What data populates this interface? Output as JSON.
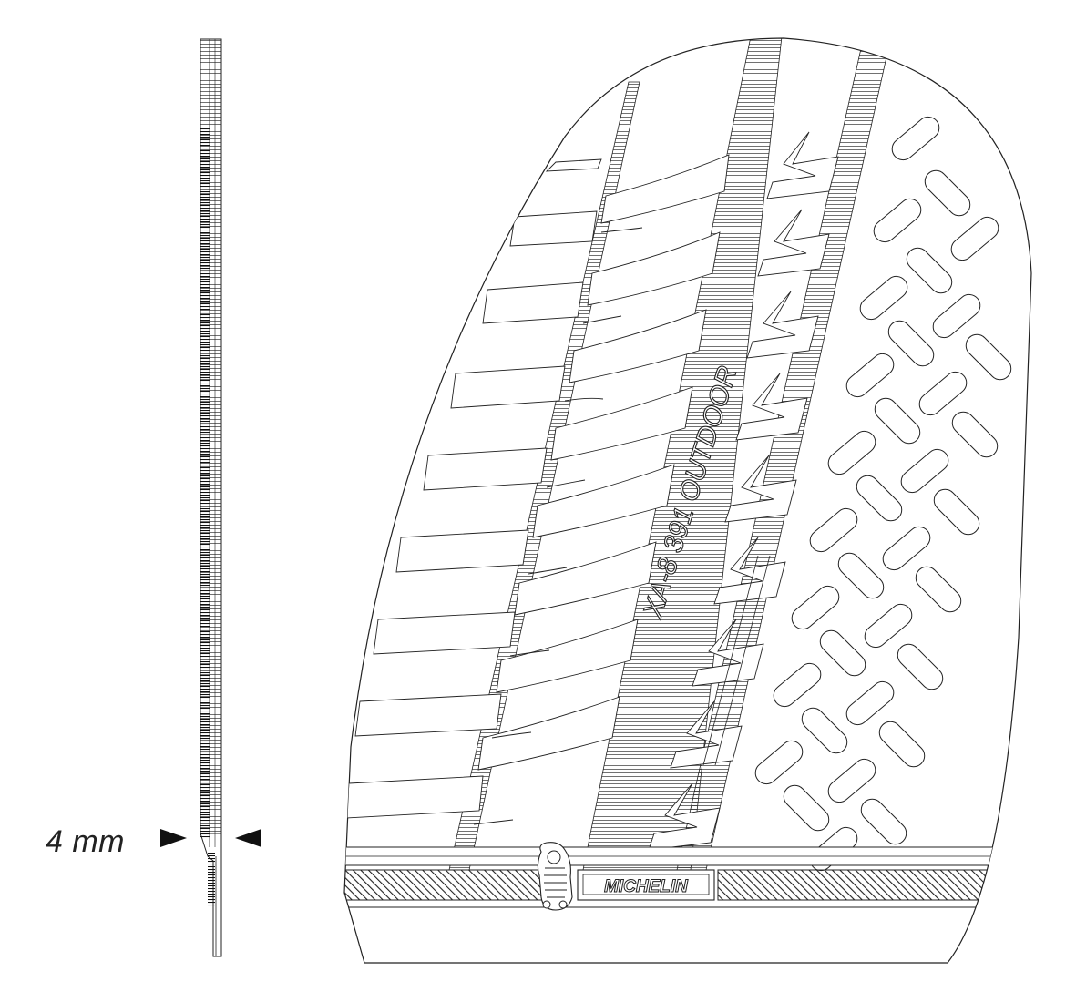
{
  "dimension": {
    "thickness_label": "4 mm"
  },
  "sole": {
    "model_code": "XA-8 391 OUTDOOR",
    "brand": "MICHELIN"
  },
  "colors": {
    "ink": "#222222",
    "background": "#ffffff"
  },
  "icons": {
    "dimension_arrows": "triangle-arrow-icon",
    "mascot": "bibendum-logo-icon"
  }
}
